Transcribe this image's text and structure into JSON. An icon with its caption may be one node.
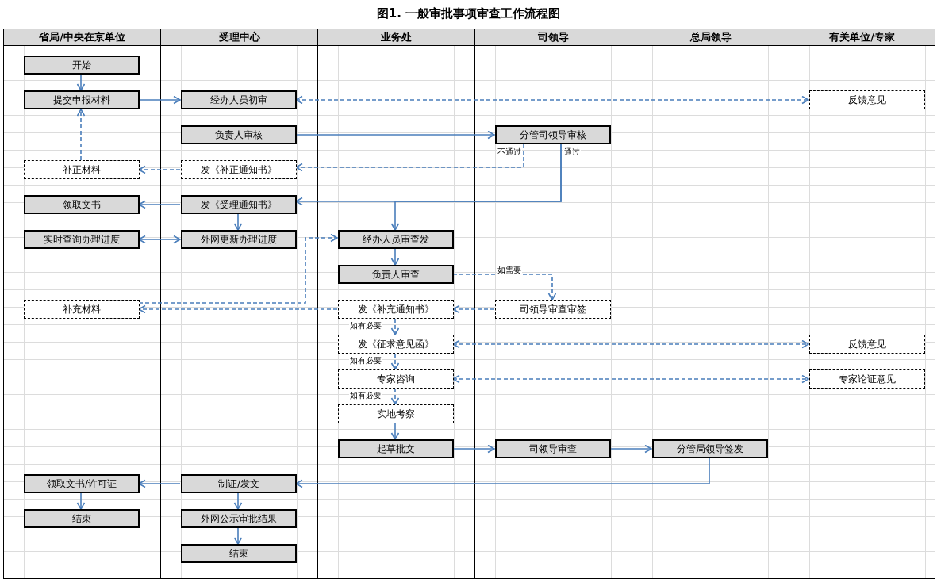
{
  "diagram": {
    "title": "图1. 一般审批事项审查工作流程图",
    "nodes": [
      {
        "text": [
          "省局/中央在京单位"
        ]
      },
      {
        "text": [
          "受理中心"
        ]
      },
      {
        "text": [
          "业务处"
        ]
      },
      {
        "text": [
          "司领导"
        ]
      },
      {
        "text": [
          "总局领导"
        ]
      },
      {
        "text": [
          "有关单位/专家"
        ]
      },
      {
        "text": [
          "开始"
        ],
        "in": 0
      },
      {
        "text": [
          "提交申报材料"
        ],
        "in": 0
      },
      {
        "text": [
          "经办人员初审"
        ],
        "in": 1
      },
      {
        "text": [
          "反馈意见"
        ],
        "in": 5
      },
      {
        "text": [
          "负责人审核"
        ],
        "in": 1
      },
      {
        "text": [
          "分管司领导审核"
        ],
        "in": 3
      },
      {
        "text": [
          "补正材料"
        ],
        "in": 0
      },
      {
        "text": [
          "发《补正通知书》"
        ],
        "in": 1
      },
      {
        "text": [
          "领取文书"
        ],
        "in": 0
      },
      {
        "text": [
          "发《受理通知书》"
        ],
        "in": 1
      },
      {
        "text": [
          "实时查询办理进度"
        ],
        "in": 0
      },
      {
        "text": [
          "外网更新办理进度"
        ],
        "in": 1
      },
      {
        "text": [
          "经办人员审查发"
        ],
        "in": 2
      },
      {
        "text": [
          "负责人审查"
        ],
        "in": 2
      },
      {
        "text": [
          "补充材料"
        ],
        "in": 0
      },
      {
        "text": [
          "发《补充通知书》"
        ],
        "in": 2
      },
      {
        "text": [
          "司领导审查审签"
        ],
        "in": 3
      },
      {
        "text": [
          "发《征求意见函》"
        ],
        "in": 2
      },
      {
        "text": [
          "反馈意见"
        ],
        "in": 5
      },
      {
        "text": [
          "专家咨询"
        ],
        "in": 2
      },
      {
        "text": [
          "专家论证意见"
        ],
        "in": 5
      },
      {
        "text": [
          "实地考察"
        ],
        "in": 2
      },
      {
        "text": [
          "起草批文"
        ],
        "in": 2
      },
      {
        "text": [
          "司领导审查"
        ],
        "in": 3
      },
      {
        "text": [
          "分管局领导签发"
        ],
        "in": 4
      },
      {
        "text": [
          "领取文书/许可证"
        ],
        "in": 0
      },
      {
        "text": [
          "制证/发文"
        ],
        "in": 1
      },
      {
        "text": [
          "结束"
        ],
        "in": 0
      },
      {
        "text": [
          "外网公示审批结果"
        ],
        "in": 1
      },
      {
        "text": [
          "结束"
        ],
        "in": 1
      }
    ],
    "edges": [
      {
        "from": 6,
        "to": 7,
        "arrow": "to"
      },
      {
        "from": 7,
        "to": 8,
        "arrow": "to"
      },
      {
        "from": 8,
        "to": 9,
        "arrow": "both",
        "style": "dashed"
      },
      {
        "from": 10,
        "to": 11,
        "arrow": "to"
      },
      {
        "from": 11,
        "to": 13,
        "arrow": "to",
        "style": "dashed",
        "label": "不通过"
      },
      {
        "from": 11,
        "to": 15,
        "arrow": "to",
        "label": "通过"
      },
      {
        "from": 11,
        "to": 18,
        "arrow": "to"
      },
      {
        "from": 13,
        "to": 12,
        "arrow": "to",
        "style": "dashed"
      },
      {
        "from": 12,
        "to": 7,
        "arrow": "to",
        "style": "dashed"
      },
      {
        "from": 15,
        "to": 14,
        "arrow": "to"
      },
      {
        "from": 15,
        "to": 17,
        "arrow": "to"
      },
      {
        "from": 16,
        "to": 17,
        "arrow": "both"
      },
      {
        "from": 20,
        "to": 18,
        "arrow": "to",
        "style": "dashed"
      },
      {
        "from": 18,
        "to": 19,
        "arrow": "to"
      },
      {
        "from": 19,
        "to": 22,
        "arrow": "to",
        "style": "dashed",
        "label": "如需要"
      },
      {
        "from": 22,
        "to": 21,
        "arrow": "to",
        "style": "dashed"
      },
      {
        "from": 21,
        "to": 20,
        "arrow": "to",
        "style": "dashed"
      },
      {
        "from": 21,
        "to": 23,
        "arrow": "to",
        "style": "dashed",
        "label": "如有必要"
      },
      {
        "from": 23,
        "to": 24,
        "arrow": "both",
        "style": "dashed"
      },
      {
        "from": 23,
        "to": 25,
        "arrow": "to",
        "style": "dashed",
        "label": "如有必要"
      },
      {
        "from": 25,
        "to": 26,
        "arrow": "both",
        "style": "dashed"
      },
      {
        "from": 25,
        "to": 27,
        "arrow": "to",
        "style": "dashed",
        "label": "如有必要"
      },
      {
        "from": 27,
        "to": 28,
        "arrow": "to"
      },
      {
        "from": 28,
        "to": 29,
        "arrow": "to"
      },
      {
        "from": 29,
        "to": 30,
        "arrow": "to"
      },
      {
        "from": 30,
        "to": 32,
        "arrow": "to"
      },
      {
        "from": 32,
        "to": 31,
        "arrow": "to"
      },
      {
        "from": 31,
        "to": 33,
        "arrow": "to"
      },
      {
        "from": 32,
        "to": 34,
        "arrow": "to"
      },
      {
        "from": 34,
        "to": 35,
        "arrow": "to"
      }
    ]
  }
}
